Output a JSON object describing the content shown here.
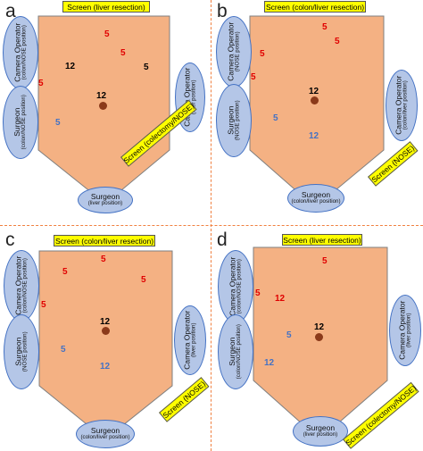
{
  "colors": {
    "room_fill": "#f4b183",
    "room_stroke": "#7f7f7f",
    "oval_fill": "#b4c6e7",
    "oval_stroke": "#4472c4",
    "screen_fill": "#ffff00",
    "divider": "#f08040",
    "marker_red": "#e00000",
    "marker_black": "#000000",
    "marker_blue": "#4472c4",
    "dot": "#8b3a1a"
  },
  "panels": [
    {
      "letter": "a",
      "screen_top": "Screen (liver resection)",
      "screen_side": "",
      "left_upper": {
        "l1": "Camera Operator",
        "l2": "(colon/NOSE position)"
      },
      "left_lower": {
        "l1": "Surgeon",
        "l2": "(colon/NOSE position)"
      },
      "right": {
        "l1": "Camera Operator",
        "l2": "(liver position)"
      },
      "bottom": {
        "l1": "Surgeon",
        "l2": "(liver position)"
      },
      "markers": [
        "5",
        "5",
        "12",
        "5",
        "5",
        "12",
        "5"
      ]
    },
    {
      "letter": "b",
      "screen_top": "Screen (colon/liver resection)",
      "screen_side": "Screen (NOSE)",
      "left_upper": {
        "l1": "Camera Operator",
        "l2": "(NOSE position)"
      },
      "left_lower": {
        "l1": "Surgeon",
        "l2": "(NOSE position)"
      },
      "right": {
        "l1": "Camera Operator",
        "l2": "(colon/liver position)"
      },
      "bottom": {
        "l1": "Surgeon",
        "l2": "(colon/liver position)"
      },
      "markers": [
        "5",
        "5",
        "5",
        "5",
        "12",
        "5",
        "12"
      ]
    },
    {
      "letter": "c",
      "screen_top": "Screen (colon/liver resection)",
      "screen_side": "Screen (NOSE)",
      "left_upper": {
        "l1": "Camera Operator",
        "l2": "(colon/NOSE position)"
      },
      "left_lower": {
        "l1": "Surgeon",
        "l2": "(NOSE position)"
      },
      "right": {
        "l1": "Camera Operator",
        "l2": "(liver position)"
      },
      "bottom": {
        "l1": "Surgeon",
        "l2": "(colon/liver position)"
      },
      "markers": [
        "5",
        "5",
        "5",
        "5",
        "12",
        "5",
        "12"
      ]
    },
    {
      "letter": "d",
      "screen_top": "Screen (liver resection)",
      "screen_side": "Screen (colectomy/NOSE)",
      "left_upper": {
        "l1": "Camera Operator",
        "l2": "(colon/NOSE position)"
      },
      "left_lower": {
        "l1": "Surgeon",
        "l2": "(colon/NOSE position)"
      },
      "right": {
        "l1": "Camera Operator",
        "l2": "(liver position)"
      },
      "bottom": {
        "l1": "Surgeon",
        "l2": "(liver position)"
      },
      "markers": [
        "5",
        "5",
        "12",
        "12",
        "5",
        "12"
      ]
    }
  ],
  "side_screen_a": "Screen (colectomy/NOSE)"
}
